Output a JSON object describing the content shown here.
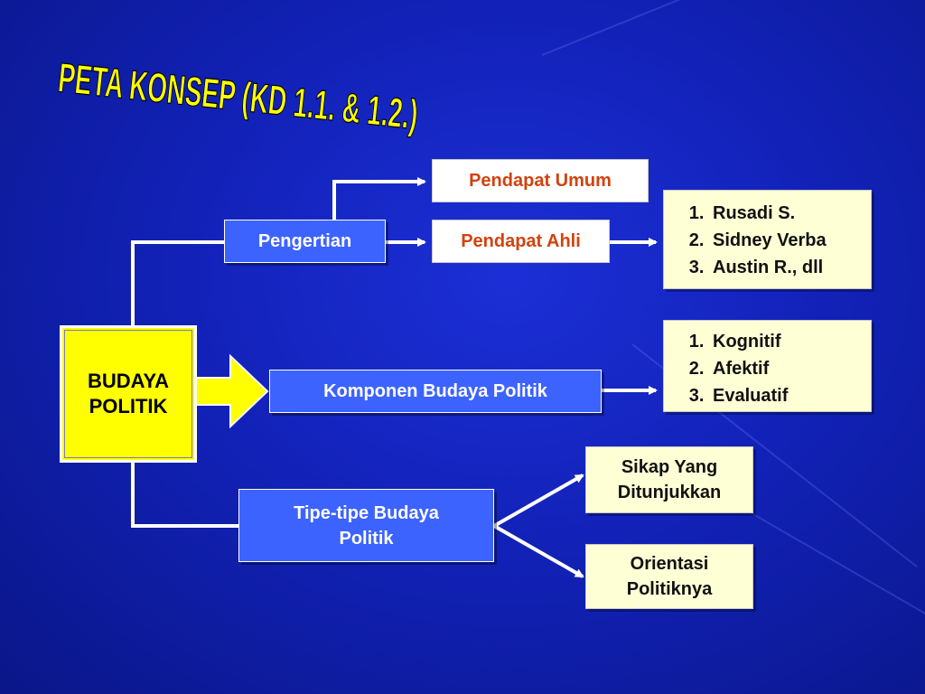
{
  "title": "PETA KONSEP (KD 1.1. & 1.2.)",
  "main": {
    "line1": "BUDAYA",
    "line2": "POLITIK"
  },
  "pengertian": "Pengertian",
  "pendapat_umum": "Pendapat Umum",
  "pendapat_ahli": "Pendapat Ahli",
  "ahli_list": [
    "Rusadi S.",
    "Sidney Verba",
    "Austin R., dll"
  ],
  "komponen": "Komponen Budaya Politik",
  "komponen_list": [
    "Kognitif",
    "Afektif",
    "Evaluatif"
  ],
  "tipe": {
    "line1": "Tipe-tipe Budaya",
    "line2": "Politik"
  },
  "sikap": {
    "line1": "Sikap Yang",
    "line2": "Ditunjukkan"
  },
  "orientasi": {
    "line1": "Orientasi",
    "line2": "Politiknya"
  },
  "colors": {
    "background": "#1222b8",
    "main_box": "#ffff00",
    "blue_box": "#3d63ff",
    "cream_box": "#ffffd6",
    "accent_text": "#d2420e"
  }
}
